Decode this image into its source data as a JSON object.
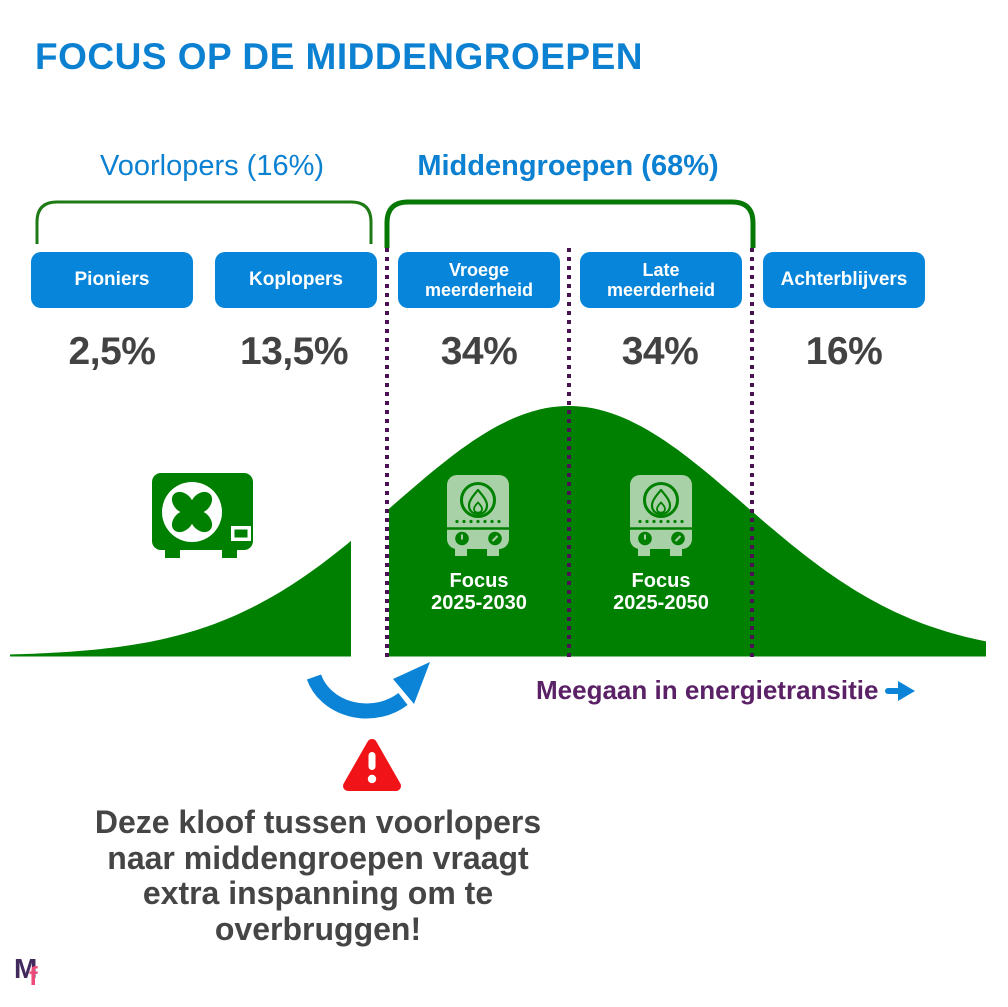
{
  "title": "FOCUS OP DE MIDDENGROEPEN",
  "groups": [
    {
      "label": "Voorlopers (16%)"
    },
    {
      "label": "Middengroepen (68%)"
    }
  ],
  "categories": [
    {
      "label": "Pioniers",
      "percentage": "2,5%"
    },
    {
      "label": "Koplopers",
      "percentage": "13,5%"
    },
    {
      "label": "Vroege meerderheid",
      "percentage": "34%"
    },
    {
      "label": "Late meerderheid",
      "percentage": "34%"
    },
    {
      "label": "Achterblijvers",
      "percentage": "16%"
    }
  ],
  "focus_labels": [
    {
      "title": "Focus",
      "period": "2025-2030"
    },
    {
      "title": "Focus",
      "period": "2025-2050"
    }
  ],
  "axis": {
    "label": "Meegaan in energietransitie"
  },
  "callout": {
    "lines": [
      "Deze kloof tussen voorlopers",
      "naar middengroepen vraagt",
      "extra inspanning om te",
      "overbruggen!"
    ]
  },
  "logo": {
    "letter_m": "M",
    "letter_f": "f"
  },
  "icons": {
    "heat_pump_icon": "green heat pump unit with fan",
    "boiler_icon": "gas boiler with flame dial",
    "warning_icon": "red triangle with exclamation mark",
    "curved_arrow_icon": "blue arc arrow jumping the gap",
    "arrow_right_icon": "blue right arrow"
  },
  "colors": {
    "blue": "#0685da",
    "title_blue": "#0c81d2",
    "green": "#008000",
    "light_green": "#a8d1a8",
    "bracket_green_thin": "#1e7a14",
    "bracket_green_thick": "#067806",
    "dot_purple": "#4a1253",
    "axis_purple": "#5b2166",
    "gray_text": "#454545",
    "pct_gray": "#424242",
    "red": "#f01418",
    "logo_purple": "#432a5e",
    "logo_pink": "#ee4b7b"
  },
  "chart_data": {
    "type": "area",
    "title": "FOCUS OP DE MIDDENGROEPEN",
    "description": "Innovation-adoption bell curve (normal distribution) split by adopter category",
    "categories": [
      "Pioniers",
      "Koplopers",
      "Vroege meerderheid",
      "Late meerderheid",
      "Achterblijvers"
    ],
    "values": [
      2.5,
      13.5,
      34,
      34,
      16
    ],
    "group_totals": [
      {
        "label": "Voorlopers",
        "percent": 16
      },
      {
        "label": "Middengroepen",
        "percent": 68
      }
    ],
    "annotations": [
      "Focus 2025-2030 (Vroege meerderheid)",
      "Focus 2025-2050 (Late meerderheid)",
      "Meegaan in energietransitie",
      "Deze kloof tussen voorlopers naar middengroepen vraagt extra inspanning om te overbruggen!"
    ],
    "x_axis_direction": "left-to-right = joining the energy transition"
  }
}
